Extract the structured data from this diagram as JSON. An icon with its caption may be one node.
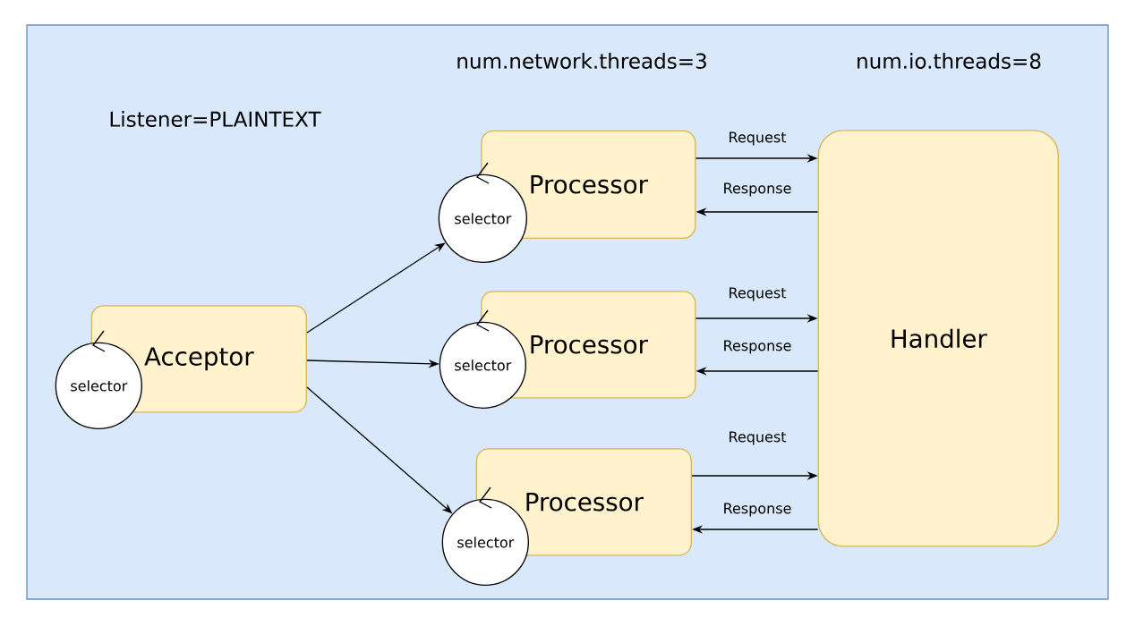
{
  "diagram": {
    "nodes": [
      {
        "text": [],
        "shape": "box"
      },
      {
        "text": [
          "Acceptor"
        ],
        "in": 0
      },
      {
        "text": [
          "selector"
        ],
        "in": 0
      },
      {
        "text": [
          "Processor"
        ],
        "in": 0
      },
      {
        "text": [
          "selector"
        ],
        "in": 0
      },
      {
        "text": [
          "Processor"
        ],
        "in": 0
      },
      {
        "text": [
          "selector"
        ],
        "in": 0
      },
      {
        "text": [
          "Processor"
        ],
        "in": 0
      },
      {
        "text": [
          "selector"
        ],
        "in": 0
      },
      {
        "text": [
          "Handler"
        ],
        "in": 0
      }
    ],
    "edges": [
      {
        "from": 1,
        "to": 4,
        "arrow": "to"
      },
      {
        "from": 1,
        "to": 6,
        "arrow": "to"
      },
      {
        "from": 1,
        "to": 8,
        "arrow": "to"
      },
      {
        "from": 3,
        "to": 9,
        "arrow": "to",
        "label": "Request"
      },
      {
        "from": 9,
        "to": 3,
        "arrow": "to",
        "label": "Response"
      },
      {
        "from": 5,
        "to": 9,
        "arrow": "to",
        "label": "Request"
      },
      {
        "from": 9,
        "to": 5,
        "arrow": "to",
        "label": "Response"
      },
      {
        "from": 7,
        "to": 9,
        "arrow": "to",
        "label": "Request"
      },
      {
        "from": 9,
        "to": 7,
        "arrow": "to",
        "label": "Response"
      }
    ],
    "labels": [
      "num.network.threads=3",
      "num.io.threads=8",
      "Listener=PLAINTEXT"
    ]
  }
}
